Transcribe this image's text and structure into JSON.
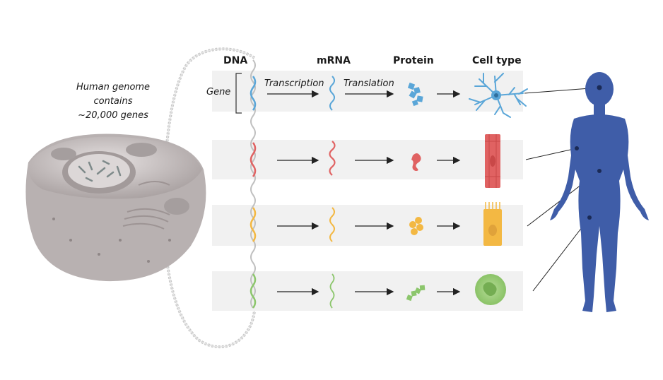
{
  "headers": {
    "dna": "DNA",
    "mrna": "mRNA",
    "protein": "Protein",
    "cell_type": "Cell type"
  },
  "process": {
    "transcription": "Transcription",
    "translation": "Translation"
  },
  "gene_label": "Gene",
  "genome_caption": [
    "Human genome",
    "contains",
    "~20,000 genes"
  ],
  "colors": {
    "neuron": "#5aa6d8",
    "muscle": "#e06262",
    "epithelial": "#f3b843",
    "blood": "#8cc66c",
    "body": "#3f5da8",
    "row_bg": "#f1f1f1",
    "cell": "#c9c3c3"
  }
}
